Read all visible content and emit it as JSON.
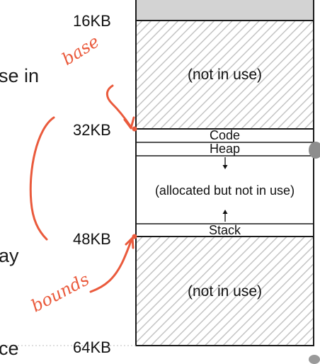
{
  "addresses": {
    "a16": "16KB",
    "a32": "32KB",
    "a48": "48KB",
    "a64": "64KB"
  },
  "regions": {
    "top_unused": "(not in use)",
    "code": "Code",
    "heap": "Heap",
    "middle_free": "(allocated but not in use)",
    "stack": "Stack",
    "bottom_unused": "(not in use)"
  },
  "slide_fragments": {
    "line1": "se in",
    "line2": "ay",
    "line3": "ce"
  },
  "annotations": {
    "base": "base",
    "bounds": "bounds"
  },
  "colors": {
    "ink": "#ea5a3c",
    "hatch": "#c7c7c7",
    "top_band": "#d3d3d3",
    "border": "#1a1a1a"
  }
}
